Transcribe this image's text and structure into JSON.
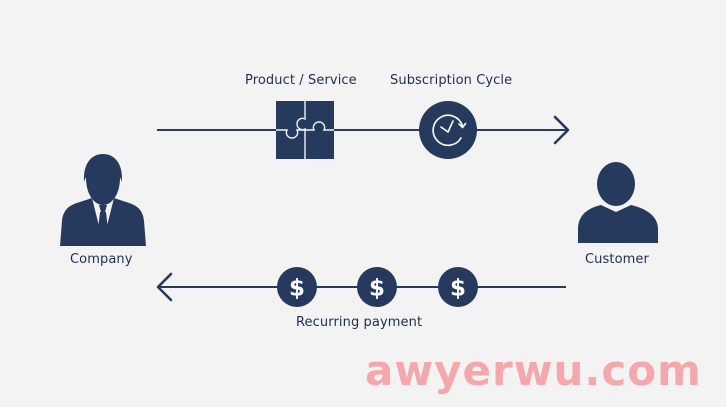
{
  "labels": {
    "product": "Product / Service",
    "subscription": "Subscription Cycle",
    "company": "Company",
    "customer": "Customer",
    "recurring": "Recurring payment"
  },
  "icons": {
    "puzzle": "puzzle-icon",
    "clock": "clock-icon",
    "dollar": "dollar-icon",
    "company": "businessman-icon",
    "customer": "person-icon"
  },
  "dollar_symbol": "$",
  "watermark": "awyerwu.com",
  "colors": {
    "background": "#f3f3f3",
    "primary": "#263a5e",
    "icon_inner": "#ffffff",
    "watermark": "#f4a8ab"
  }
}
